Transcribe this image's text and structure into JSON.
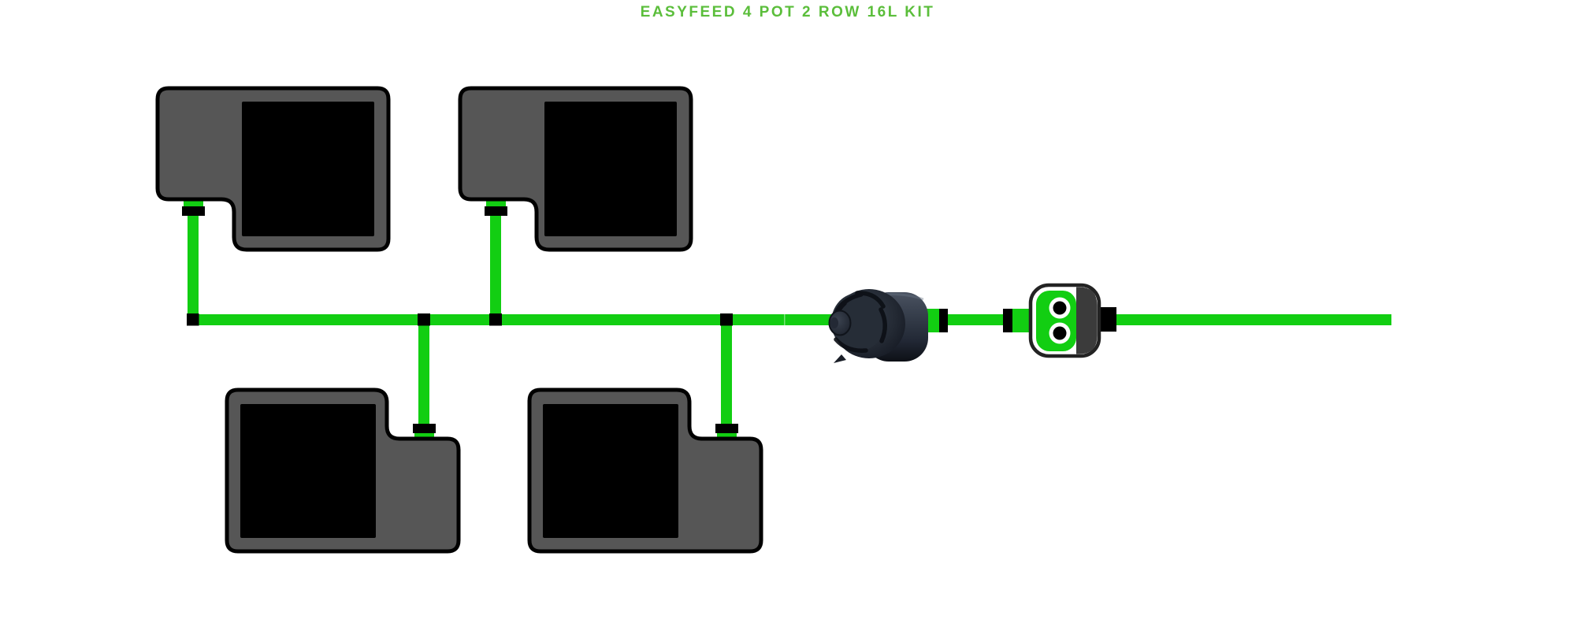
{
  "title": "EASYFEED 4 POT 2 ROW 16L KIT",
  "theme": {
    "background": "#ffffff",
    "title_green": "#5bbe3b",
    "tube_green": "#12ce12",
    "fitting_black": "#000000",
    "pot_gray": "#565656",
    "pot_outline": "#000000",
    "pot_opening": "#000000",
    "valve_dark": "#3b3b3b",
    "valve_white": "#ffffff"
  },
  "components": {
    "pots": [
      "pot-top-left",
      "pot-top-right",
      "pot-bottom-left",
      "pot-bottom-right"
    ],
    "pump": "water-pump",
    "valve": "dual-outlet-valve",
    "line": "main-feed-line"
  }
}
